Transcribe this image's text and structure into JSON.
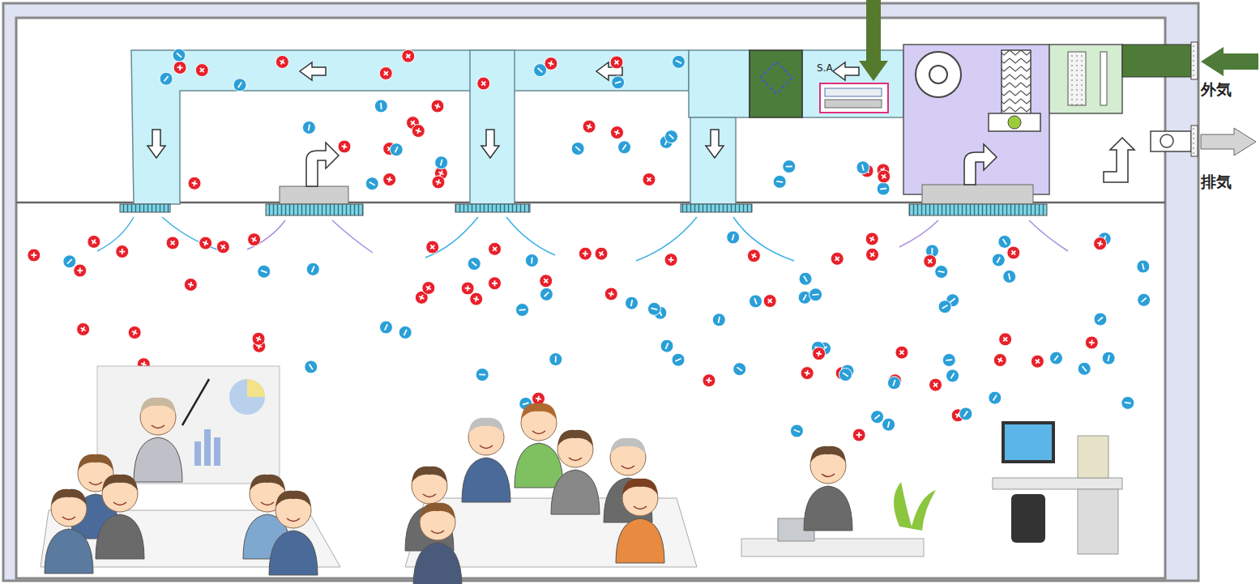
{
  "diagram": {
    "labels": [
      "S.A",
      "外気",
      "排気"
    ]
  }
}
